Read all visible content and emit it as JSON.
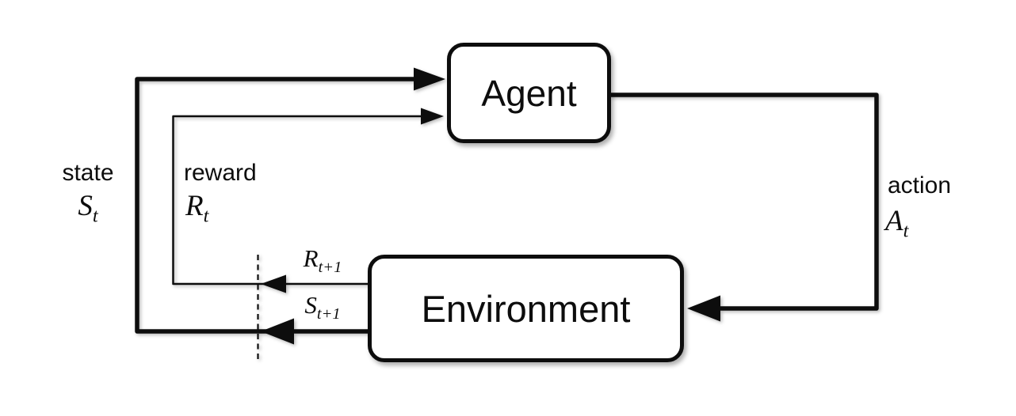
{
  "figure": {
    "description": "Agent-Environment interaction loop (reinforcement learning)",
    "colors": {
      "background": "#ffffff",
      "line": "#0d0d0d",
      "node_fill": "#ffffff",
      "node_border": "#0d0d0d"
    },
    "nodes": {
      "agent": {
        "label": "Agent"
      },
      "environment": {
        "label": "Environment"
      }
    },
    "edges": {
      "state": {
        "word": "state",
        "symbol_base": "S",
        "symbol_sub": "t"
      },
      "reward": {
        "word": "reward",
        "symbol_base": "R",
        "symbol_sub": "t"
      },
      "action": {
        "word": "action",
        "symbol_base": "A",
        "symbol_sub": "t"
      },
      "next_reward": {
        "symbol_base": "R",
        "symbol_sub": "t+1"
      },
      "next_state": {
        "symbol_base": "S",
        "symbol_sub": "t+1"
      }
    }
  }
}
